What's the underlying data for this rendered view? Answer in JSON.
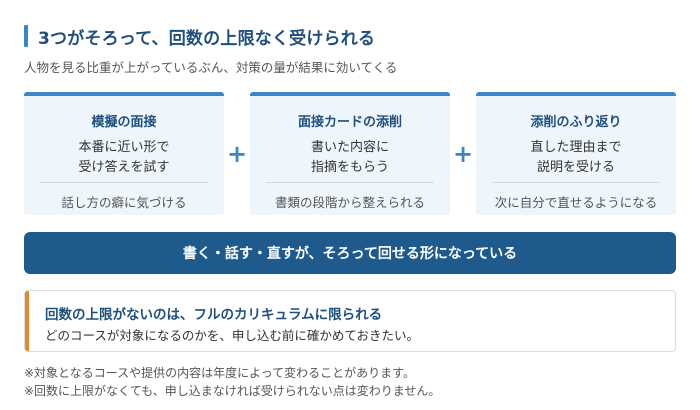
{
  "heading": {
    "title": "3つがそろって、回数の上限なく受けられる"
  },
  "subtitle": "人物を見る比重が上がっているぶん、対策の量が結果に効いてくる",
  "cards": [
    {
      "title": "模擬の面接",
      "body_lines": [
        "本番に近い形で",
        "受け答えを試す"
      ],
      "foot": "話し方の癖に気づける"
    },
    {
      "title": "面接カードの添削",
      "body_lines": [
        "書いた内容に",
        "指摘をもらう"
      ],
      "foot": "書類の段階から整えられる"
    },
    {
      "title": "添削のふり返り",
      "body_lines": [
        "直した理由まで",
        "説明を受ける"
      ],
      "foot": "次に自分で直せるようになる"
    }
  ],
  "plus_symbol": "+",
  "banner": {
    "text": "書く・話す・直すが、そろって回せる形になっている"
  },
  "note": {
    "title": "回数の上限がないのは、フルのカリキュラムに限られる",
    "body": "どのコースが対象になるのかを、申し込む前に確かめておきたい。"
  },
  "footnotes": [
    "※対象となるコースや提供の内容は年度によって変わることがあります。",
    "※回数に上限がなくても、申し込まなければ受けられない点は変わりません。"
  ],
  "colors": {
    "accent_blue": "#3a86c8",
    "navy": "#1f5a8c",
    "orange": "#e28a2c"
  }
}
